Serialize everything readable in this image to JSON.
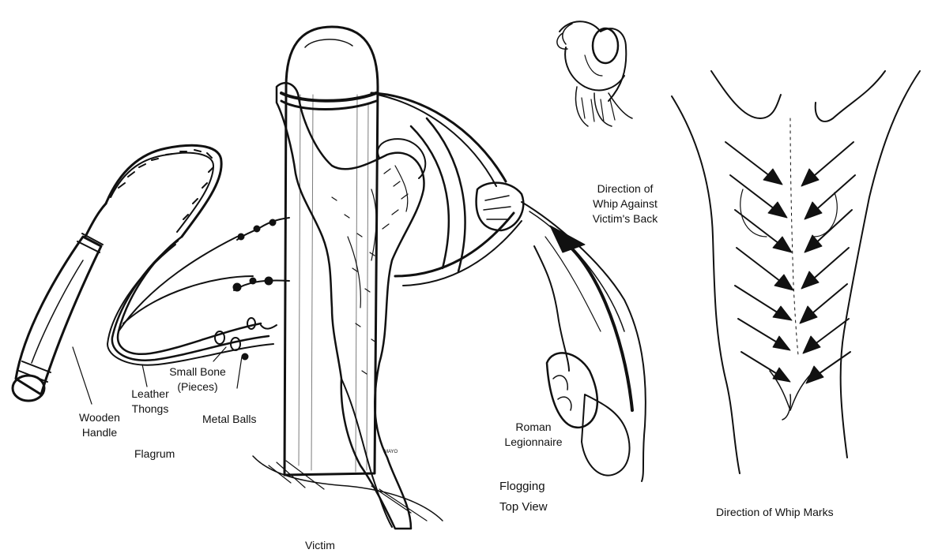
{
  "labels": {
    "wooden_handle": "Wooden\nHandle",
    "leather_thongs": "Leather\nThongs",
    "small_bone": "Small Bone\n(Pieces)",
    "metal_balls": "Metal Balls",
    "flagrum": "Flagrum",
    "victim": "Victim",
    "direction_whip": "Direction of\nWhip Against\nVictim's Back",
    "roman_legionnaire": "Roman\nLegionnaire",
    "flogging_top_view": "Flogging\nTop View",
    "direction_marks": "Direction of Whip Marks"
  }
}
